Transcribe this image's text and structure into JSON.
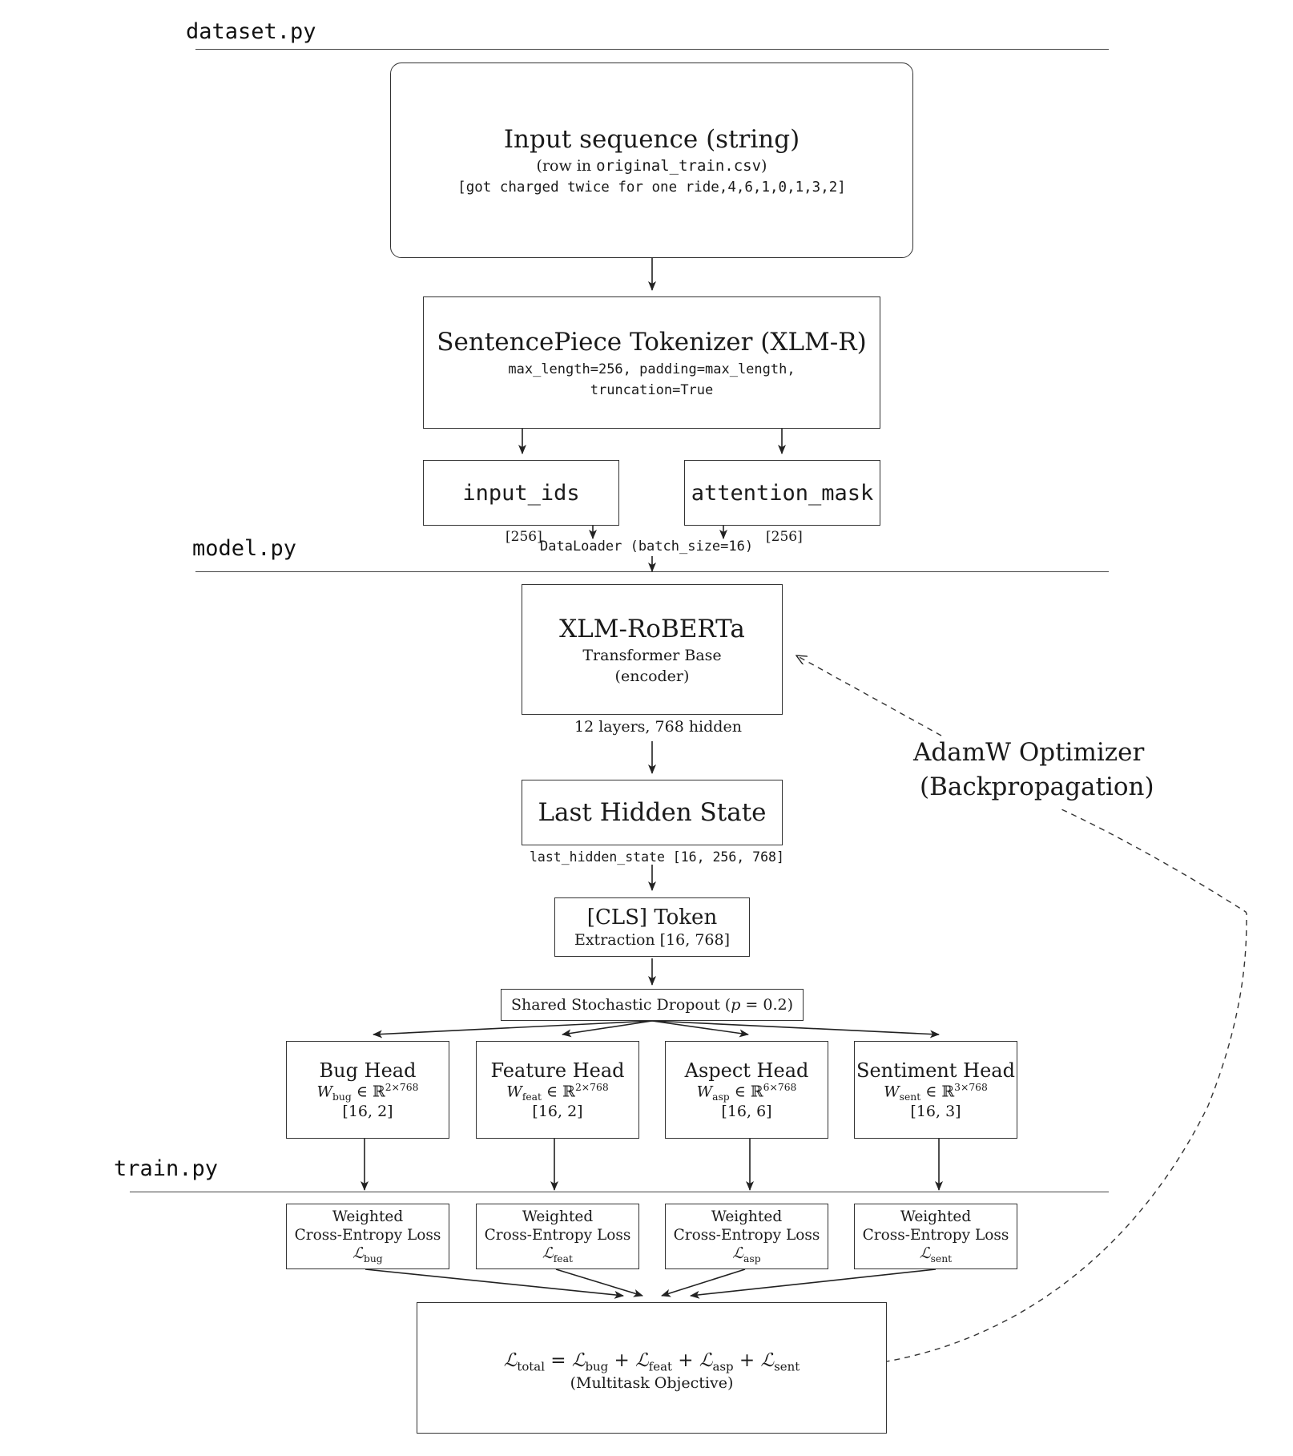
{
  "sections": {
    "dataset": "dataset.py",
    "model": "model.py",
    "train": "train.py"
  },
  "input": {
    "title": "Input sequence (string)",
    "row_prefix": "(row in ",
    "row_file": "original_train.csv",
    "row_suffix": ")",
    "sample": "[got charged twice for one ride,4,6,1,0,1,3,2]"
  },
  "tokenizer": {
    "title": "SentencePiece Tokenizer (XLM-R)",
    "params_line1": "max_length=256, padding=max_length,",
    "params_line2": "truncation=True"
  },
  "tensors": {
    "input_ids": "input_ids",
    "attention_mask": "attention_mask",
    "input_ids_dim": "[256]",
    "attention_mask_dim": "[256]",
    "dataloader": "DataLoader (batch_size=16)"
  },
  "encoder": {
    "title": "XLM-RoBERTa",
    "line1": "Transformer Base",
    "line2": "(encoder)",
    "below": "12 layers, 768 hidden"
  },
  "optimizer": {
    "line1": "AdamW Optimizer",
    "line2": "(Backpropagation)"
  },
  "hidden_state": {
    "title": "Last Hidden State",
    "below": "last_hidden_state [16, 256, 768]"
  },
  "cls": {
    "title": "[CLS] Token",
    "line1": "Extraction [16, 768]"
  },
  "dropout": {
    "prefix": "Shared Stochastic Dropout (",
    "var": "p",
    "suffix": " = 0.2)"
  },
  "heads": [
    {
      "title": "Bug Head",
      "w_sub": "bug",
      "w_sup": "2×768",
      "shape": "[16, 2]"
    },
    {
      "title": "Feature Head",
      "w_sub": "feat",
      "w_sup": "2×768",
      "shape": "[16, 2]"
    },
    {
      "title": "Aspect Head",
      "w_sub": "asp",
      "w_sup": "6×768",
      "shape": "[16, 6]"
    },
    {
      "title": "Sentiment Head",
      "w_sub": "sent",
      "w_sup": "3×768",
      "shape": "[16, 3]"
    }
  ],
  "losses": [
    {
      "line1": "Weighted",
      "line2": "Cross-Entropy Loss",
      "sub": "bug"
    },
    {
      "line1": "Weighted",
      "line2": "Cross-Entropy Loss",
      "sub": "feat"
    },
    {
      "line1": "Weighted",
      "line2": "Cross-Entropy Loss",
      "sub": "asp"
    },
    {
      "line1": "Weighted",
      "line2": "Cross-Entropy Loss",
      "sub": "sent"
    }
  ],
  "total": {
    "sub_total": "total",
    "sub_bug": "bug",
    "sub_feat": "feat",
    "sub_asp": "asp",
    "sub_sent": "sent",
    "caption": "(Multitask Objective)"
  }
}
